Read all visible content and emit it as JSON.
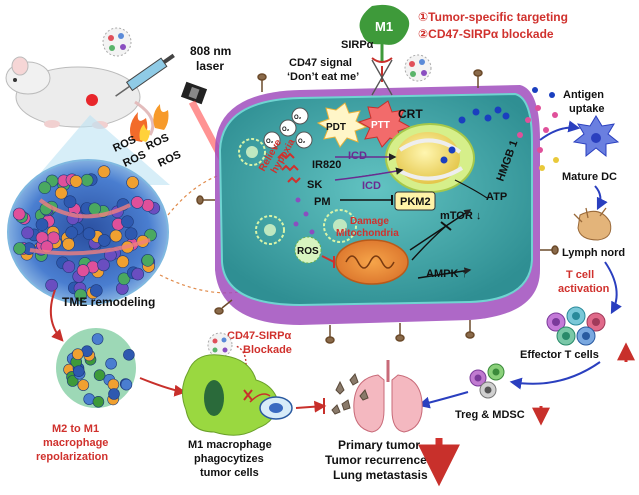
{
  "title_points": [
    {
      "num": "①",
      "text": "Tumor-specific targeting"
    },
    {
      "num": "②",
      "text": "CD47-SIRPα blockade"
    }
  ],
  "m1_badge": "M1",
  "sirpa": "SIRPα",
  "cd47_line1": "CD47 signal",
  "cd47_line2": "‘Don’t eat me’",
  "laser_line1": "808 nm",
  "laser_line2": "laser",
  "ros_labels": [
    "ROS",
    "ROS",
    "ROS",
    "ROS"
  ],
  "cell": {
    "pdt": "PDT",
    "ptt": "PTT",
    "crt": "CRT",
    "relieve_1": "Relieve",
    "relieve_2": "hypoxia",
    "icd_1": "ICD",
    "icd_2": "ICD",
    "ir820": "IR820",
    "sk": "SK",
    "pm": "PM",
    "pkm2": "PKM2",
    "damage_1": "Damage",
    "damage_2": "Mitochondria",
    "mtor": "mTOR ↓",
    "atp": "ATP",
    "hmgb1": "HMGB 1",
    "ampk": "AMPK ↑",
    "ros": "ROS",
    "o2": [
      "O₂",
      "O₂",
      "O₂",
      "O₂"
    ]
  },
  "right_flow": {
    "antigen_1": "Antigen",
    "antigen_2": "uptake",
    "mature_dc": "Mature DC",
    "lymph": "Lymph nord",
    "tcell_1": "T cell",
    "tcell_2": "activation",
    "effector": "Effector T cells",
    "treg": "Treg & MDSC"
  },
  "bottom_flow": {
    "tme": "TME remodeling",
    "m2m1_1": "M2 to M1",
    "m2m1_2": "macrophage",
    "m2m1_3": "repolarization",
    "blockade_1": "CD47-SIRPα",
    "blockade_2": "Blockade",
    "phago_1": "M1 macrophage",
    "phago_2": "phagocytizes",
    "phago_3": "tumor cells",
    "outcome_1": "Primary tumor",
    "outcome_2": "Tumor recurrence",
    "outcome_3": "Lung metastasis"
  },
  "colors": {
    "accent_red": "#d0312d",
    "cell_body": "#3fa6a8",
    "cell_membrane": "#8b3fa3",
    "m1_green": "#3e9a3a",
    "icd_purple": "#6a2c91"
  }
}
